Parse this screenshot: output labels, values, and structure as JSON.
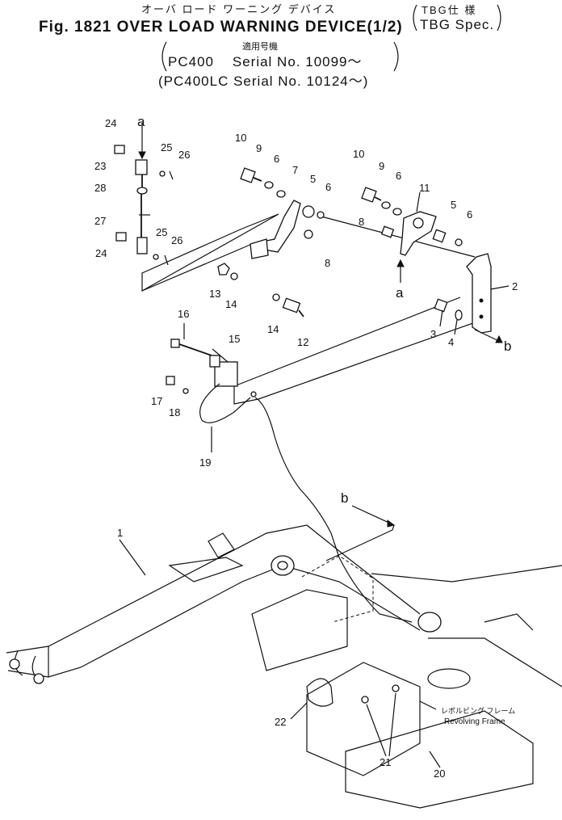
{
  "header": {
    "jp_title": "オーバ ロード ワーニング デバイス",
    "title": "Fig. 1821 OVER LOAD WARNING DEVICE(1/2)",
    "spec_jp": "TBG仕 様",
    "spec_en": "TBG Spec.",
    "applicable_jp": "適用号機",
    "serial_1": "PC400    Serial No. 10099～",
    "serial_2": "(PC400LC Serial No. 10124～)"
  },
  "callouts": {
    "p1": "1",
    "p2": "2",
    "p3": "3",
    "p4": "4",
    "p5a": "5",
    "p5b": "5",
    "p6a": "6",
    "p6b": "6",
    "p6c": "6",
    "p6d": "6",
    "p7": "7",
    "p8a": "8",
    "p8b": "8",
    "p9a": "9",
    "p9b": "9",
    "p10a": "10",
    "p10b": "10",
    "p11": "11",
    "p12": "12",
    "p13": "13",
    "p14a": "14",
    "p14b": "14",
    "p15": "15",
    "p16": "16",
    "p17": "17",
    "p18": "18",
    "p19": "19",
    "p20": "20",
    "p21": "21",
    "p22": "22",
    "p23": "23",
    "p24a": "24",
    "p24b": "24",
    "p25a": "25",
    "p25b": "25",
    "p26a": "26",
    "p26b": "26",
    "p27": "27",
    "p28": "28"
  },
  "refs": {
    "a_top": "a",
    "a_mid": "a",
    "b_right": "b",
    "b_lower": "b"
  },
  "frame_label": {
    "jp": "レボルビング フレーム",
    "en": "Revolving Frame"
  }
}
